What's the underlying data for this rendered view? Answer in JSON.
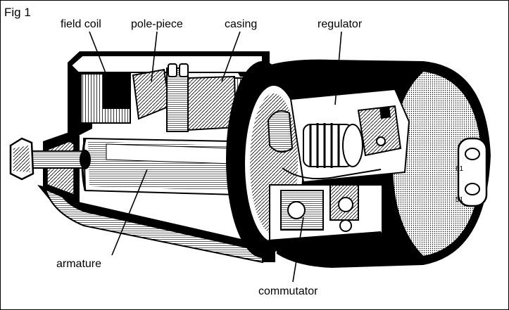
{
  "figure": {
    "label": "Fig 1",
    "labels": {
      "field_coil": "field coil",
      "pole_piece": "pole-piece",
      "casing": "casing",
      "regulator": "regulator",
      "armature": "armature",
      "commutator": "commutator"
    },
    "terminals": [
      "61",
      "51"
    ],
    "colors": {
      "ink": "#000000",
      "paper": "#ffffff"
    }
  }
}
